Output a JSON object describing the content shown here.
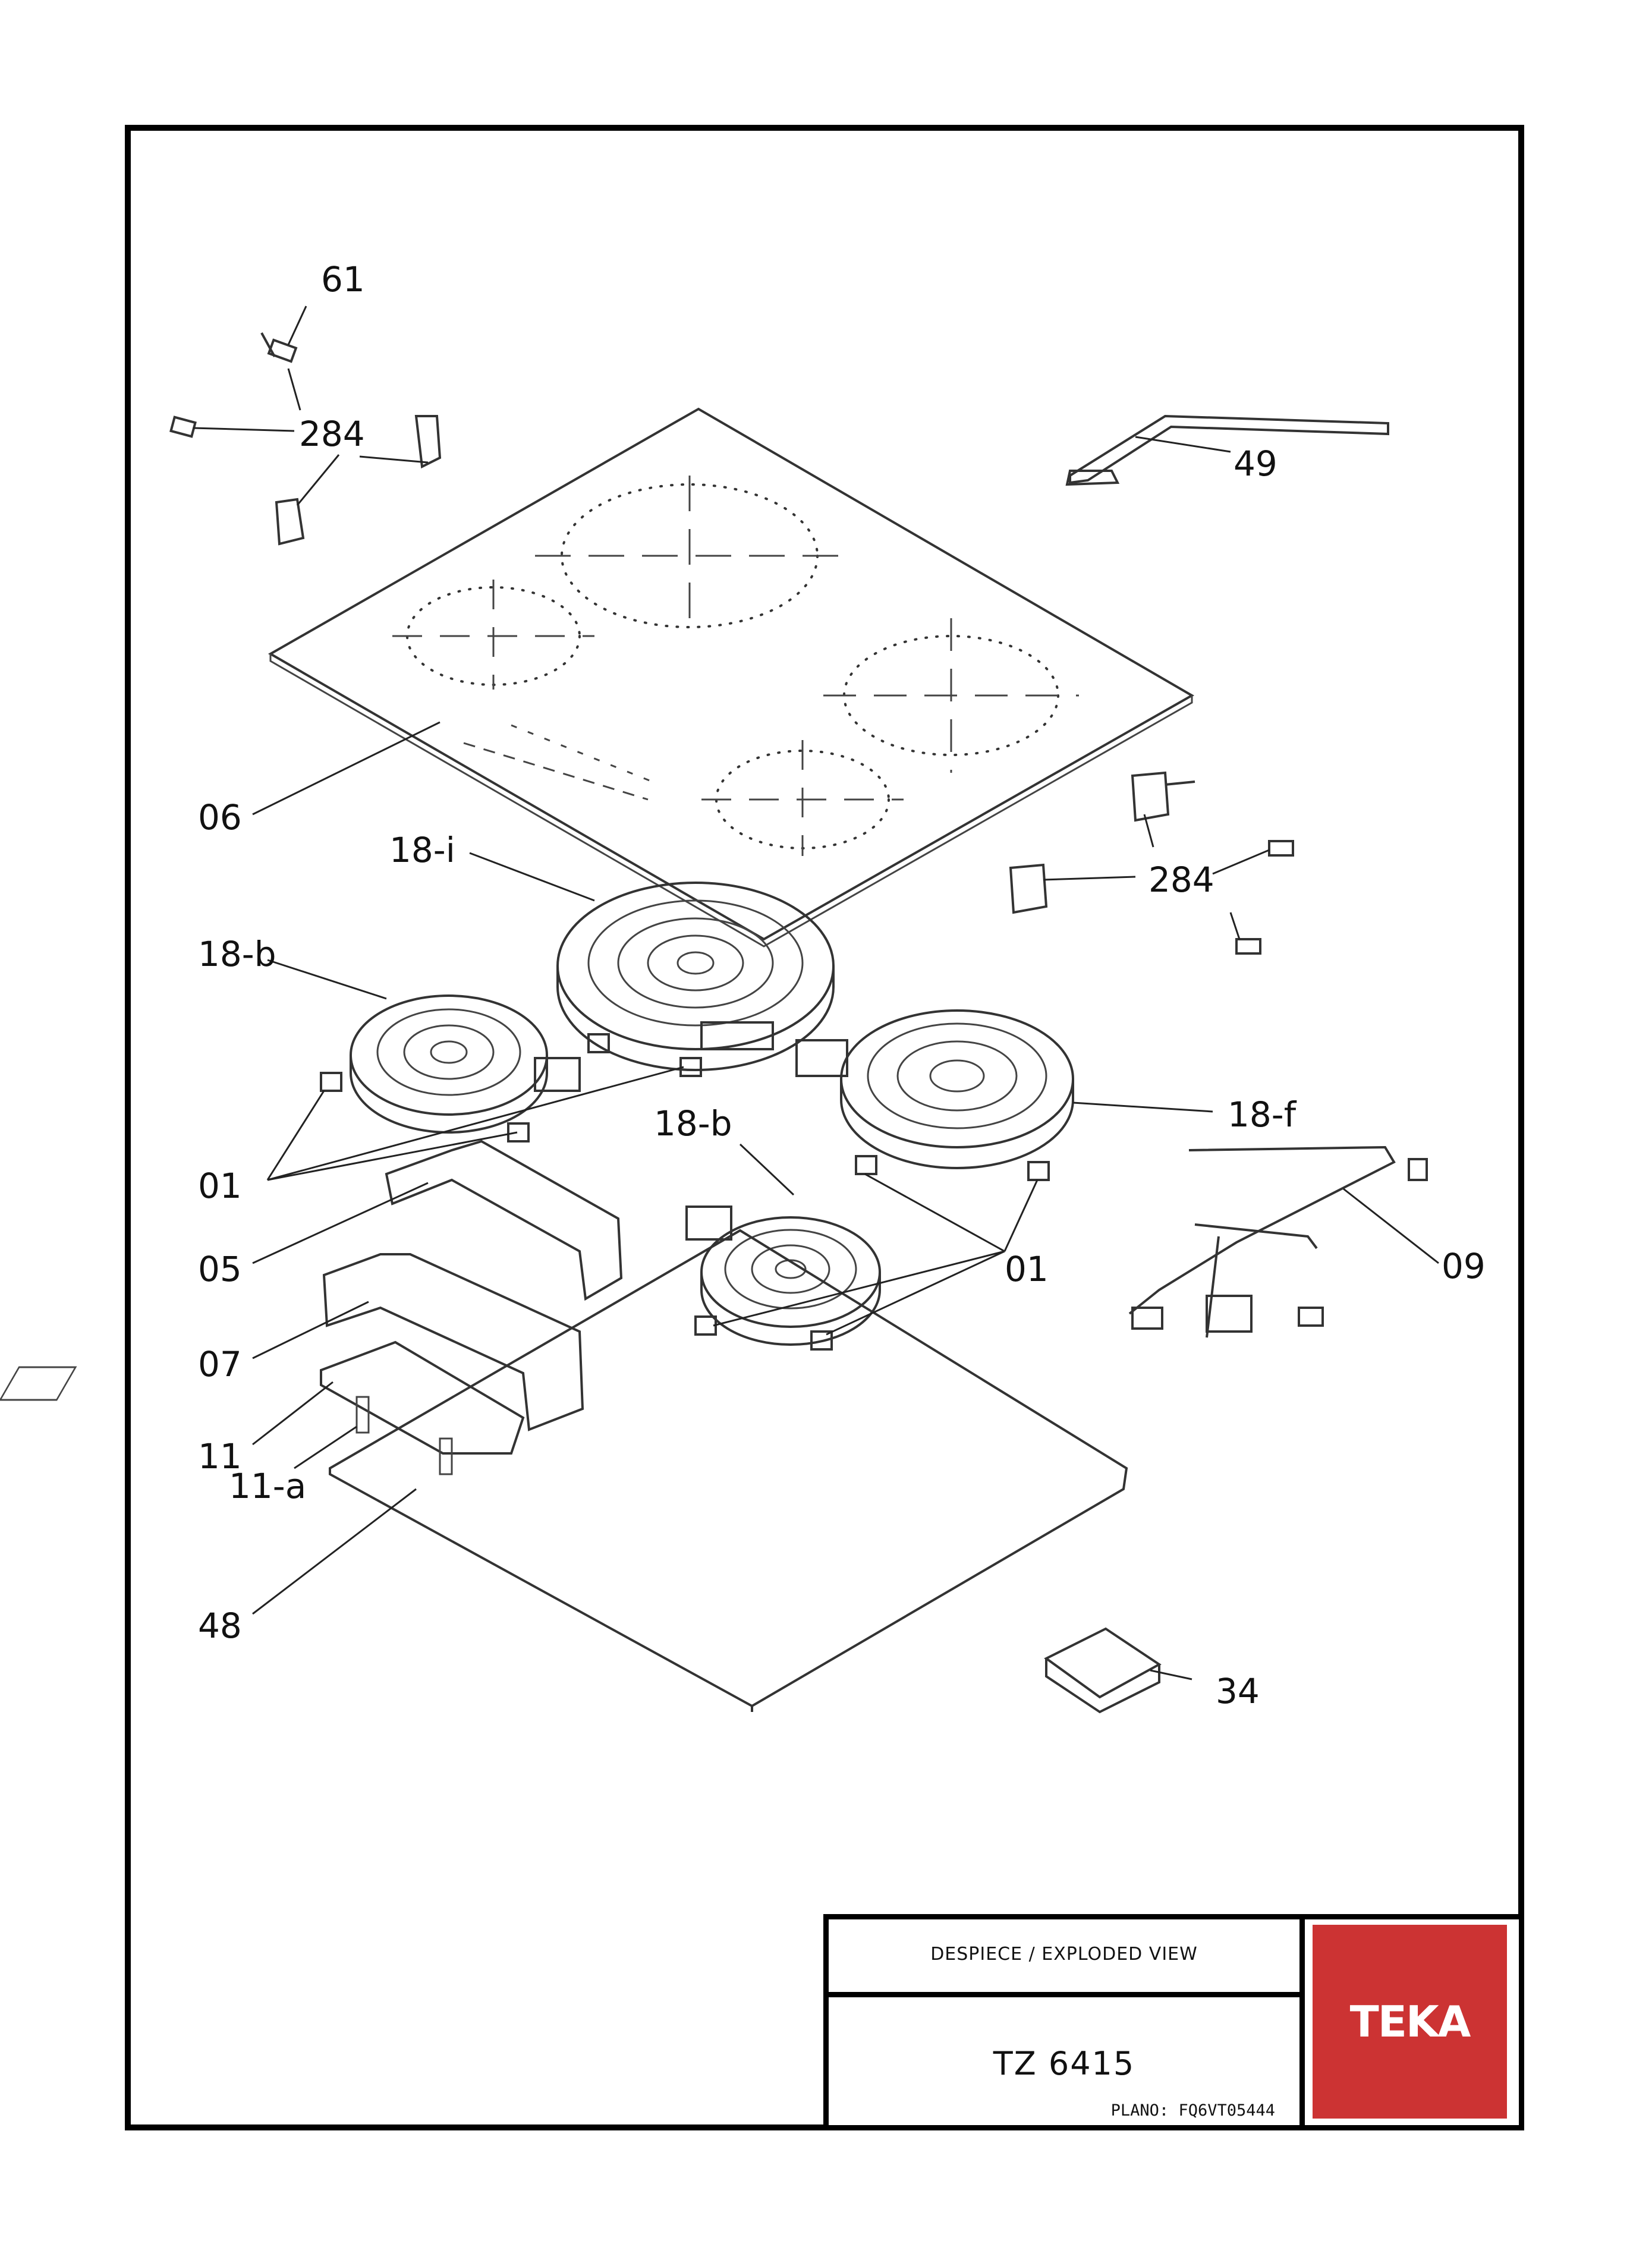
{
  "callouts": {
    "c61": "61",
    "c284a": "284",
    "c49": "49",
    "c06": "06",
    "c18i": "18-i",
    "c284b": "284",
    "c18b_left": "18-b",
    "c18b_mid": "18-b",
    "c18f": "18-f",
    "c01_left": "01",
    "c01_right": "01",
    "c05": "05",
    "c09": "09",
    "c07": "07",
    "c11": "11",
    "c11a": "11-a",
    "c48": "48",
    "c34": "34"
  },
  "title_block": {
    "view_title": "DESPIECE / EXPLODED VIEW",
    "model": "TZ 6415",
    "plan": "PLANO: FQ6VT05444"
  },
  "logo": {
    "text": "TEKA",
    "color": "#cc3333"
  }
}
